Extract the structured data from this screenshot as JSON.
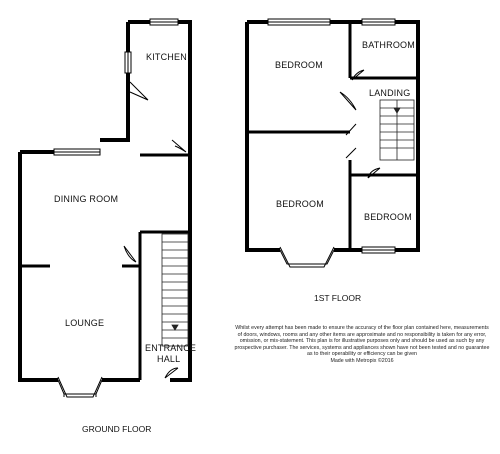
{
  "ground_floor": {
    "label": "GROUND FLOOR",
    "rooms": {
      "kitchen": "KITCHEN",
      "dining_room": "DINING ROOM",
      "lounge": "LOUNGE",
      "entrance_hall_line1": "ENTRANCE",
      "entrance_hall_line2": "HALL"
    }
  },
  "first_floor": {
    "label": "1ST FLOOR",
    "rooms": {
      "bedroom_top": "BEDROOM",
      "bathroom": "BATHROOM",
      "landing": "LANDING",
      "bedroom_middle": "BEDROOM",
      "bedroom_small": "BEDROOM"
    }
  },
  "disclaimer": {
    "lines": [
      "Whilst every attempt has been made to ensure the accuracy of the floor plan contained here, measurements",
      "of doors, windows, rooms and any other items are approximate and no responsibility is taken for any error,",
      "omission, or mis-statement. This plan is for illustrative purposes only and should be used as such by any",
      "prospective purchaser. The services, systems and appliances shown have not been tested and no guarantee",
      "as to their operability or efficiency can be given",
      "Made with Metropix ©2016"
    ]
  },
  "colors": {
    "wall": "#000000",
    "line": "#222222",
    "background": "#ffffff"
  }
}
